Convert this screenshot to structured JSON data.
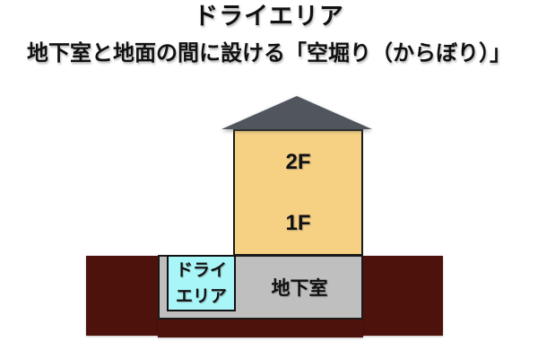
{
  "header": {
    "title": "ドライエリア",
    "subtitle": "地下室と地面の間に設ける「空堀り（からぼり）」"
  },
  "diagram": {
    "labels": {
      "floor2": "2F",
      "floor1": "1F",
      "basement": "地下室",
      "dry_area_line1": "ドライ",
      "dry_area_line2": "エリア"
    },
    "colors": {
      "roof": "#50555E",
      "wall": "#F6D083",
      "ground": "#4E120C",
      "basement": "#BFBFBF",
      "dry_area": "#A9F6F8",
      "outline": "#1A1A1A",
      "text": "#111111"
    }
  }
}
